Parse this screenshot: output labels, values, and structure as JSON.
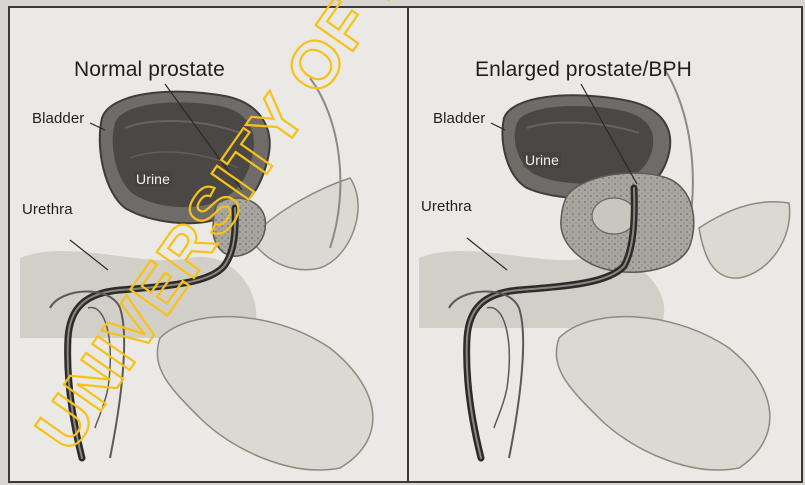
{
  "left_panel": {
    "title": "Normal prostate",
    "bladder": "Bladder",
    "urine": "Urine",
    "urethra": "Urethra"
  },
  "right_panel": {
    "title": "Enlarged prostate/BPH",
    "bladder": "Bladder",
    "urine": "Urine",
    "urethra": "Urethra"
  },
  "watermark": {
    "text": "UNIVERSITY OF IBADAN",
    "color": "#f6c21a"
  },
  "colors": {
    "frame": "#3b3a38",
    "bladder_wall": "#6f6c68",
    "bladder_lumen": "#4a4744",
    "urethra": "#2c2b2a",
    "tissue": "#bdb9b3"
  }
}
